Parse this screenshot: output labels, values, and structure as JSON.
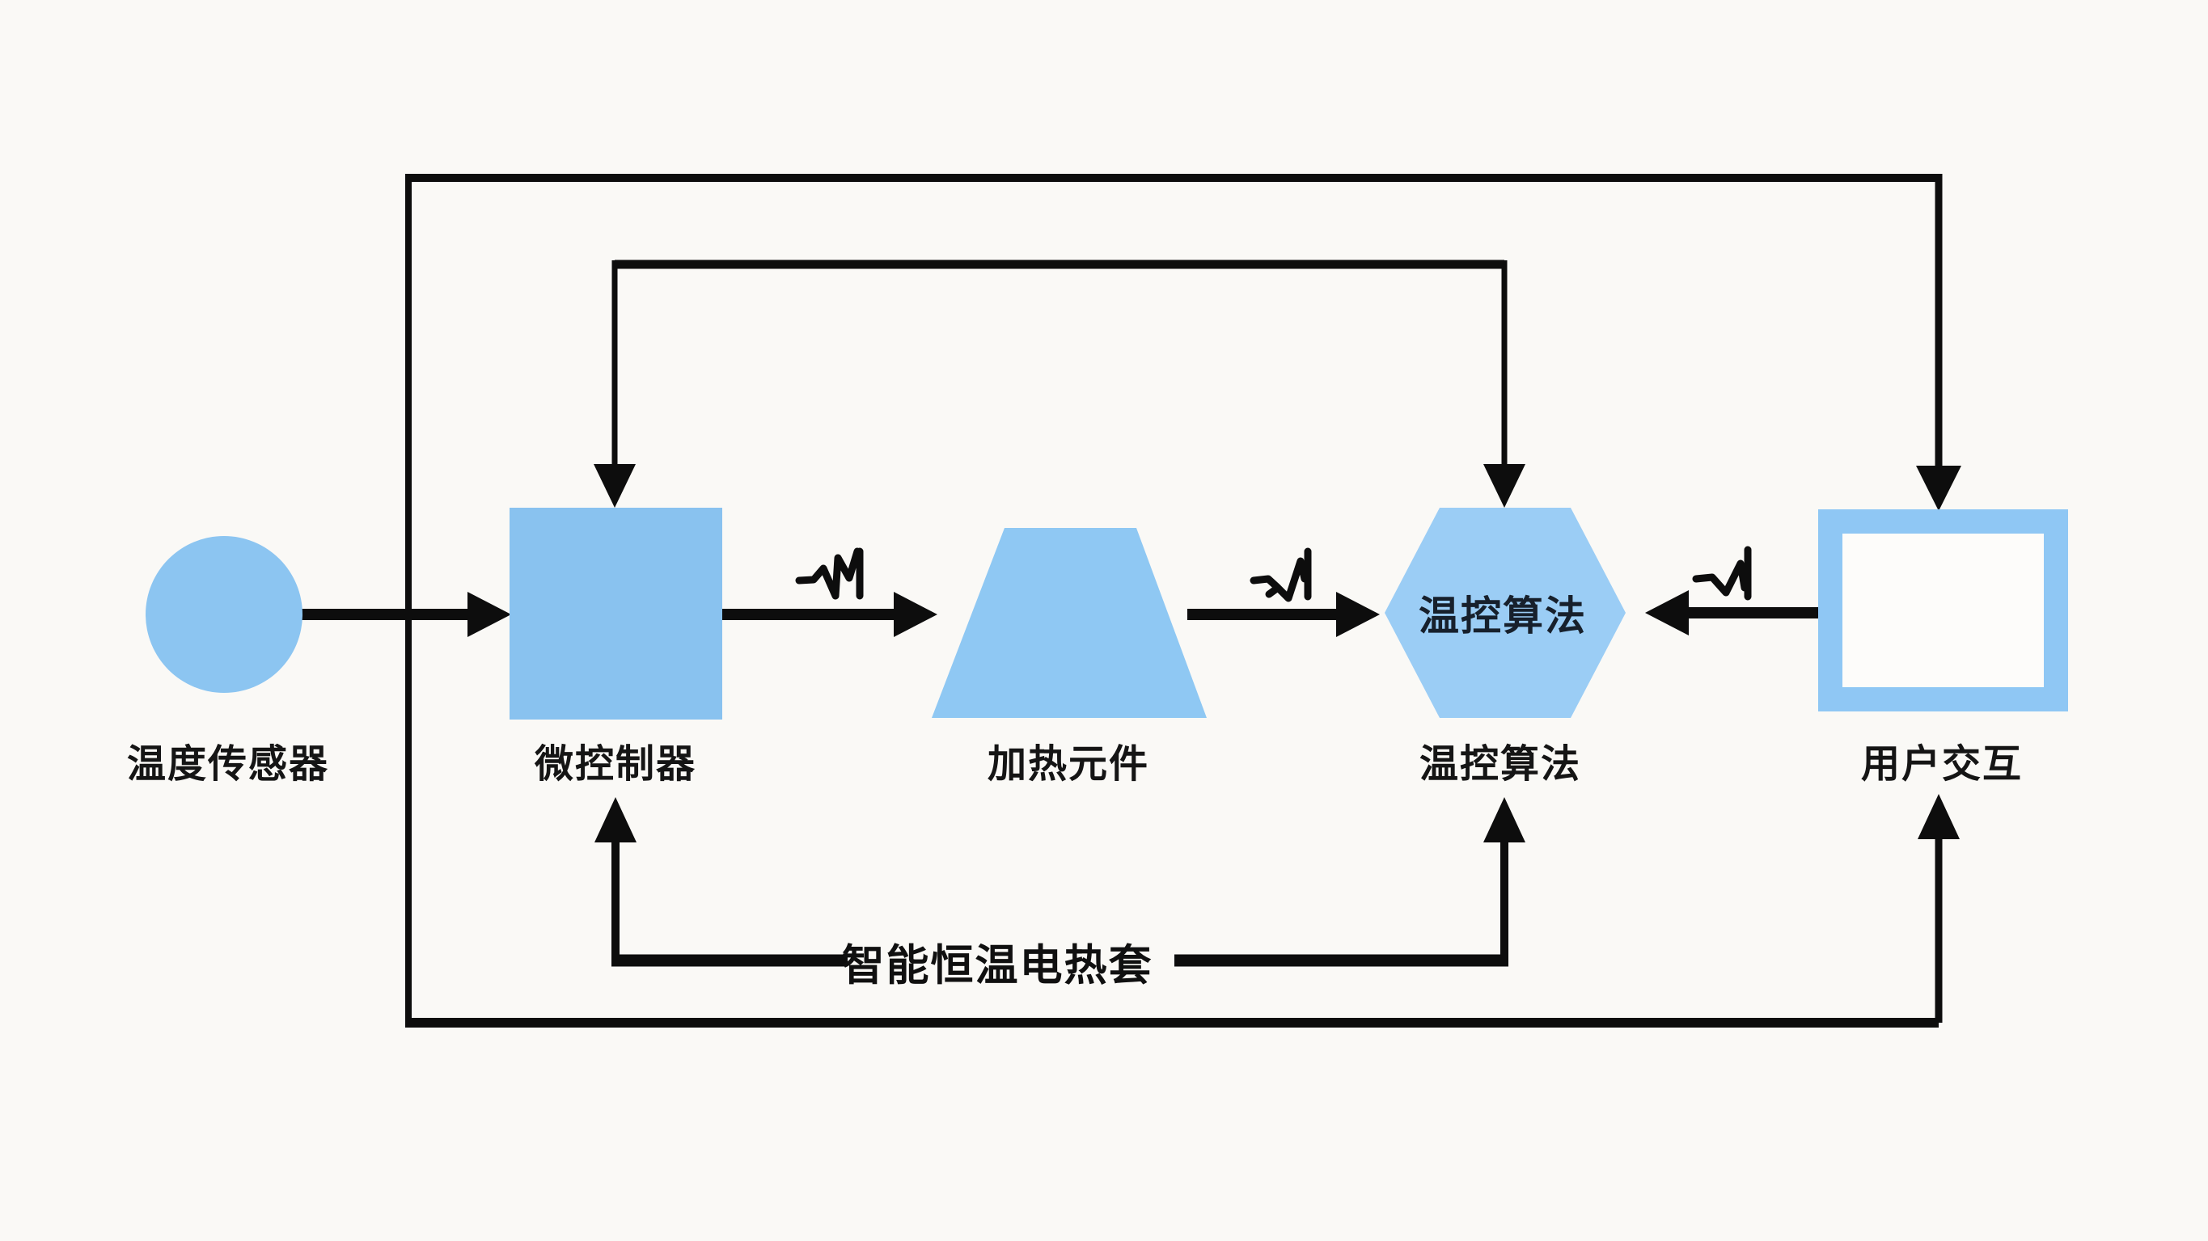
{
  "diagram": {
    "caption": "智能恒温电热套",
    "background_color": "#FAF9F6",
    "line_color": "#0D0D0D",
    "nodes": [
      {
        "id": "temperature-sensor",
        "shape": "circle",
        "label": "温度传感器",
        "fill": "#8CC5F1"
      },
      {
        "id": "microcontroller",
        "shape": "square",
        "label": "微控制器",
        "fill": "#89C2EF"
      },
      {
        "id": "heating-element",
        "shape": "trapezoid",
        "label": "加热元件",
        "fill": "#8FC8F3"
      },
      {
        "id": "temp-control-algorithm",
        "shape": "hexagon",
        "label": "温控算法",
        "inner_text": "温控算法",
        "fill": "#9BCDF5"
      },
      {
        "id": "user-interaction",
        "shape": "framed-rectangle",
        "label": "用户交互",
        "border_color": "#8FC7F4",
        "fill": "#FDFCFA"
      }
    ],
    "edges": [
      {
        "from": "温度传感器",
        "to": "微控制器",
        "style": "arrow"
      },
      {
        "from": "微控制器",
        "to": "加热元件",
        "style": "arrow",
        "annotation": "scribble-mark"
      },
      {
        "from": "加热元件",
        "to": "温控算法",
        "style": "arrow",
        "annotation": "scribble-mark"
      },
      {
        "from": "用户交互",
        "to": "温控算法",
        "style": "arrow",
        "annotation": "scribble-mark"
      }
    ],
    "loops": [
      {
        "name": "inner-top-feedback",
        "endpoints": [
          "微控制器",
          "温控算法"
        ],
        "arrows": "both-down-into-nodes"
      },
      {
        "name": "inner-bottom-feedback",
        "endpoints": [
          "微控制器",
          "温控算法"
        ],
        "arrows": "both-up-into-labels",
        "caption": "智能恒温电热套"
      },
      {
        "name": "outer-feedback",
        "endpoints": [
          "用户交互",
          "用户交互"
        ],
        "arrows": "down-into-top-and-up-into-label"
      }
    ],
    "annotations": [
      "scribble-m-icon",
      "scribble-n-icon",
      "scribble-n-icon"
    ]
  }
}
